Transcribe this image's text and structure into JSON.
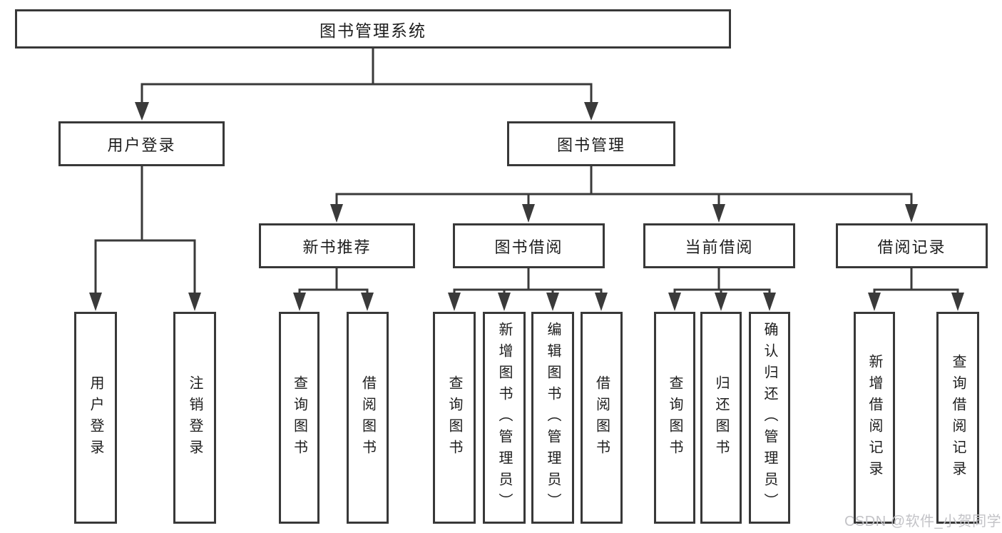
{
  "tree": {
    "root": "图书管理系统",
    "branches": [
      {
        "label": "用户登录",
        "children": [
          "用户登录",
          "注销登录"
        ]
      },
      {
        "label": "图书管理",
        "sections": [
          {
            "label": "新书推荐",
            "children": [
              "查询图书",
              "借阅图书"
            ]
          },
          {
            "label": "图书借阅",
            "children": [
              "查询图书",
              "新增图书（管理员）",
              "编辑图书（管理员）",
              "借阅图书"
            ]
          },
          {
            "label": "当前借阅",
            "children": [
              "查询图书",
              "归还图书",
              "确认归还（管理员）"
            ]
          },
          {
            "label": "借阅记录",
            "children": [
              "新增借阅记录",
              "查询借阅记录"
            ]
          }
        ]
      }
    ]
  },
  "watermark": {
    "text": "CSDN @软件_小贺同学",
    "color": "#c3c3c7"
  },
  "colors": {
    "background": "#ffffff",
    "box_border": "#383838",
    "connector_line": "#3a3a3a",
    "text": "#1d1d1d"
  }
}
